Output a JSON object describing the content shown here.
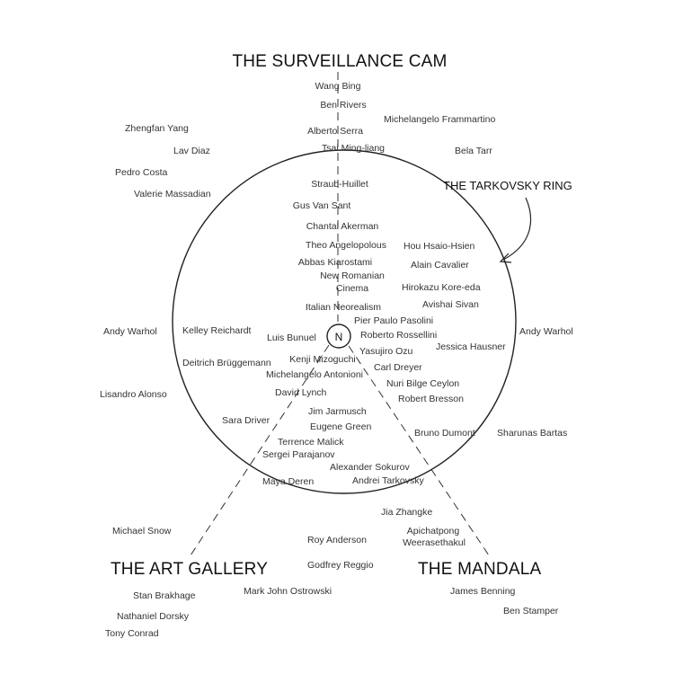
{
  "headings": {
    "surveillance_cam": "THE SURVEILLANCE CAM",
    "tarkovsky_ring": "THE TARKOVSKY RING",
    "art_gallery": "THE ART GALLERY",
    "mandala": "THE MANDALA",
    "hub": "N"
  },
  "names": {
    "wang_bing": "Wang Bing",
    "ben_rivers": "Ben Rivers",
    "michelangelo_frammartino": "Michelangelo Frammartino",
    "zhengfan_yang": "Zhengfan Yang",
    "alberto_serra": "Alberto Serra",
    "lav_diaz": "Lav Diaz",
    "tsai_ming_liang": "Tsai Ming-liang",
    "bela_tarr": "Bela Tarr",
    "pedro_costa": "Pedro Costa",
    "valerie_massadian": "Valerie Massadian",
    "straub_huillet": "Straub-Huillet",
    "gus_van_sant": "Gus Van Sant",
    "chantal_akerman": "Chantal Akerman",
    "theo_angelopoulos": "Theo Angelopolous",
    "hou_hsiao_hsien": "Hou Hsaio-Hsien",
    "abbas_kiarostami": "Abbas Kiarostami",
    "alain_cavalier": "Alain Cavalier",
    "new_romanian_cinema_1": "New Romanian",
    "new_romanian_cinema_2": "Cinema",
    "hirokazu_kore_eda": "Hirokazu Kore-eda",
    "italian_neorealism": "Italian Neorealism",
    "avishai_sivan": "Avishai Sivan",
    "pier_paolo_pasolini": "Pier Paulo Pasolini",
    "andy_warhol_left": "Andy Warhol",
    "kelley_reichardt": "Kelley Reichardt",
    "luis_bunuel": "Luis Bunuel",
    "roberto_rossellini": "Roberto Rossellini",
    "andy_warhol_right": "Andy Warhol",
    "jessica_hausner": "Jessica Hausner",
    "yasujiro_ozu": "Yasujiro Ozu",
    "kenji_mizoguchi": "Kenji Mizoguchi",
    "deitrich_bruggemann": "Deitrich Brüggemann",
    "carl_dreyer": "Carl Dreyer",
    "michelangelo_antonioni": "Michelangelo Antonioni",
    "nuri_bilge_ceylon": "Nuri Bilge Ceylon",
    "lisandro_alonso": "Lisandro Alonso",
    "david_lynch": "David Lynch",
    "robert_bresson": "Robert Bresson",
    "jim_jarmusch": "Jim Jarmusch",
    "sara_driver": "Sara Driver",
    "eugene_green": "Eugene Green",
    "bruno_dumont": "Bruno Dumont",
    "sharunas_bartas": "Sharunas Bartas",
    "terrence_malick": "Terrence Malick",
    "sergei_parajanov": "Sergei Parajanov",
    "alexander_sokurov": "Alexander Sokurov",
    "maya_deren": "Maya Deren",
    "andrei_tarkovsky": "Andrei Tarkovsky",
    "jia_zhangke": "Jia Zhangke",
    "michael_snow": "Michael Snow",
    "apichatpong_1": "Apichatpong",
    "apichatpong_2": "Weerasethakul",
    "roy_anderson": "Roy Anderson",
    "godfrey_reggio": "Godfrey Reggio",
    "stan_brakhage": "Stan Brakhage",
    "mark_john_ostrowski": "Mark John Ostrowski",
    "james_benning": "James Benning",
    "ben_stamper": "Ben Stamper",
    "nathaniel_dorsky": "Nathaniel Dorsky",
    "tony_conrad": "Tony Conrad"
  }
}
